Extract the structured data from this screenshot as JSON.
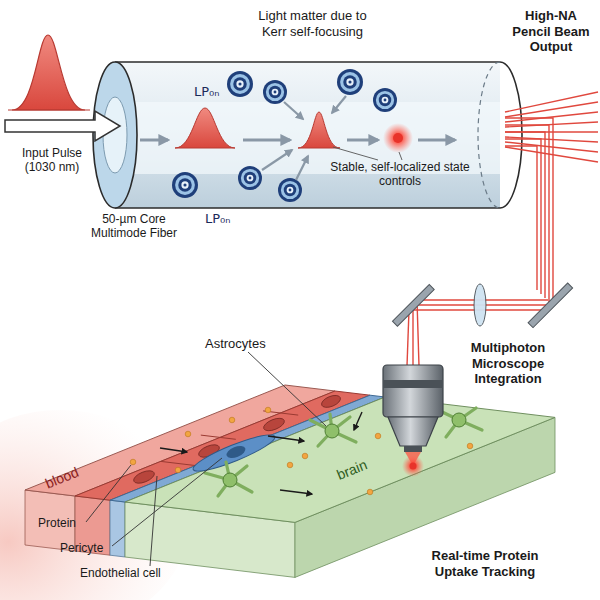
{
  "diagram": {
    "labels": [
      "Light matter due to Kerr self-focusing",
      "High-NA Pencil Beam Output",
      "LP₀ₙ",
      "Input Pulse (1030 nm)",
      "Stable, self-localized state controls",
      "LP₀ₙ",
      "50-µm Core Multimode Fiber",
      "Astrocytes",
      "Multiphoton Microscope Integration",
      "blood",
      "brain",
      "Protein",
      "Pericyte",
      "Endothelial cell",
      "Real-time Protein Uptake Tracking"
    ]
  }
}
